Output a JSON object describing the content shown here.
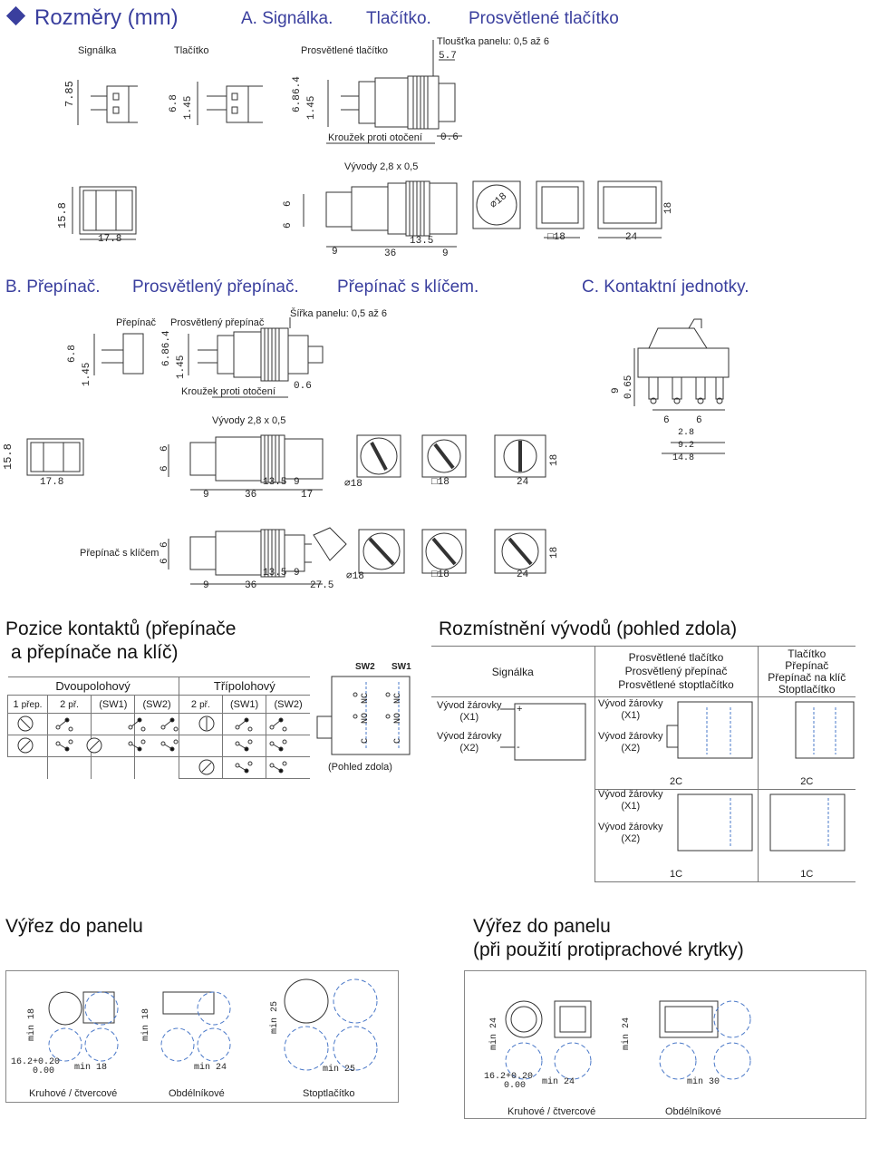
{
  "header": {
    "title": "Rozměry (mm)",
    "a_signalka": "A. Signálka.",
    "a_tlacitko": "Tlačítko.",
    "a_prosvetlene": "Prosvětlené tlačítko"
  },
  "sectionA": {
    "lbl_signalka": "Signálka",
    "lbl_tlacitko": "Tlačítko",
    "lbl_prosvetlene": "Prosvětlené tlačítko",
    "panel_thickness": "Tloušťka panelu: 0,5 až 6",
    "dim_57": "5.7",
    "dim_785": "7.85",
    "dim_68a": "6.8",
    "dim_145a": "1.45",
    "dim_68b": "6.8",
    "dim_64": "6.4",
    "dim_145b": "1.45",
    "anti_rotation": "Kroužek proti otočení",
    "dim_06": "0.6",
    "terminals": "Vývody 2,8 x 0,5",
    "dim_158": "15.8",
    "dim_178": "17.8",
    "dim_6a": "6",
    "dim_6b": "6",
    "dim_9a": "9",
    "dim_36": "36",
    "dim_135": "13.5",
    "dim_9b": "9",
    "dim_phi18": "⌀18",
    "dim_sq18": "□18",
    "dim_24": "24",
    "dim_18": "18"
  },
  "sectionB": {
    "title_b": "B. Přepínač.",
    "title_b2": "Prosvětlený přepínač.",
    "title_b3": "Přepínač s klíčem.",
    "lbl_prepinac": "Přepínač",
    "lbl_prosvetleny": "Prosvětlený přepínač",
    "panel_width": "Šířka panelu: 0,5 až 6",
    "dim_68": "6.8",
    "dim_145": "1.45",
    "dim_6864": "6.86.4",
    "dim_145b": "1.45",
    "anti_rotation": "Kroužek proti otočení",
    "dim_06": "0.6",
    "terminals": "Vývody 2,8 x 0,5",
    "dim_158": "15.8",
    "dim_178": "17.8",
    "dim_6a": "6",
    "dim_6b": "6",
    "dim_9": "9",
    "dim_36": "36",
    "dim_135": "13.5",
    "dim_9b": "9",
    "dim_17": "17",
    "dim_phi18": "⌀18",
    "dim_sq18": "□18",
    "dim_24": "24",
    "dim_18": "18",
    "key_label": "Přepínač s klíčem",
    "key_dim_6a": "6",
    "key_dim_6b": "6",
    "key_dim_9": "9",
    "key_dim_36": "36",
    "key_dim_135": "13.5",
    "key_dim_9b": "9",
    "key_dim_275": "27.5",
    "key_phi18": "⌀18",
    "key_sq18": "□18",
    "key_24": "24",
    "key_18": "18"
  },
  "sectionC": {
    "title": "C. Kontaktní jednotky.",
    "dim_9": "9",
    "dim_065": "0.65",
    "dim_6a": "6",
    "dim_6b": "6",
    "dim_28": "2.8",
    "dim_92": "9.2",
    "dim_148": "14.8"
  },
  "contacts": {
    "title_line1": "Pozice kontaktů (přepínače",
    "title_line2": "a přepínače na klíč)",
    "col_dvoupolohovy": "Dvoupolohový",
    "col_tripolohovy": "Třípolohový",
    "h_1prep_num": "1",
    "h_1prep": "přep.",
    "h_2pr_num": "2",
    "h_2pr": "př.",
    "h_sw1": "(SW1)",
    "h_sw2": "(SW2)",
    "h3_2pr_num": "2",
    "h3_2pr": "př.",
    "h3_sw1": "(SW1)",
    "h3_sw2": "(SW2)",
    "sw2": "SW2",
    "sw1": "SW1",
    "nc": "NC",
    "no": "NO",
    "c": "C",
    "bottom_view": "(Pohled zdola)"
  },
  "layout": {
    "title": "Rozmístnění vývodů (pohled zdola)",
    "col_signalka": "Signálka",
    "col_prosvetlene_1": "Prosvětlené tlačítko",
    "col_prosvetlene_2": "Prosvětlený přepínač",
    "col_prosvetlene_3": "Prosvětlené stoptlačítko",
    "col_tlacitko_1": "Tlačítko",
    "col_tlacitko_2": "Přepínač",
    "col_tlacitko_3": "Přepínač na klíč",
    "col_tlacitko_4": "Stoptlačítko",
    "lamp_x1_a": "Vývod žárovky",
    "lamp_x1_b": "(X1)",
    "lamp_x2_a": "Vývod žárovky",
    "lamp_x2_b": "(X2)",
    "lamp2_x1_a": "Vývod žárovky",
    "lamp2_x1_b": "(X1)",
    "lamp2_x2_a": "Vývod žárovky",
    "lamp2_x2_b": "(X2)",
    "lamp3_x1_a": "Vývod žárovky",
    "lamp3_x1_b": "(X1)",
    "lamp3_x2_a": "Vývod žárovky",
    "lamp3_x2_b": "(X2)",
    "label_2c_a": "2C",
    "label_2c_b": "2C",
    "label_1c_a": "1C",
    "label_1c_b": "1C",
    "plus": "+",
    "minus": "-"
  },
  "cutout": {
    "title_left": "Výřez do panelu",
    "title_right_1": "Výřez do panelu",
    "title_right_2": "(při použití protiprachové krytky)",
    "min18a": "min 18",
    "min18b": "min 18",
    "min25a": "min 25",
    "min25b": "min 25",
    "min24a": "min 24",
    "min24b": "min 24",
    "min24c": "min 24",
    "min24d": "min 24",
    "min30": "min 30",
    "tol_a": "16.2+0.20",
    "tol_a2": "0.00",
    "tol_b": "16.2+0.20",
    "tol_b2": "0.00",
    "cap_kruhove": "Kruhové / čtvercové",
    "cap_obdelnikove": "Obdélníkové",
    "cap_stop": "Stoptlačítko",
    "cap_kruhove2": "Kruhové / čtvercové",
    "cap_obdelnikove2": "Obdélníkové"
  },
  "colors": {
    "accent": "#3a3f9e",
    "dash_blue": "#4a78c8"
  }
}
